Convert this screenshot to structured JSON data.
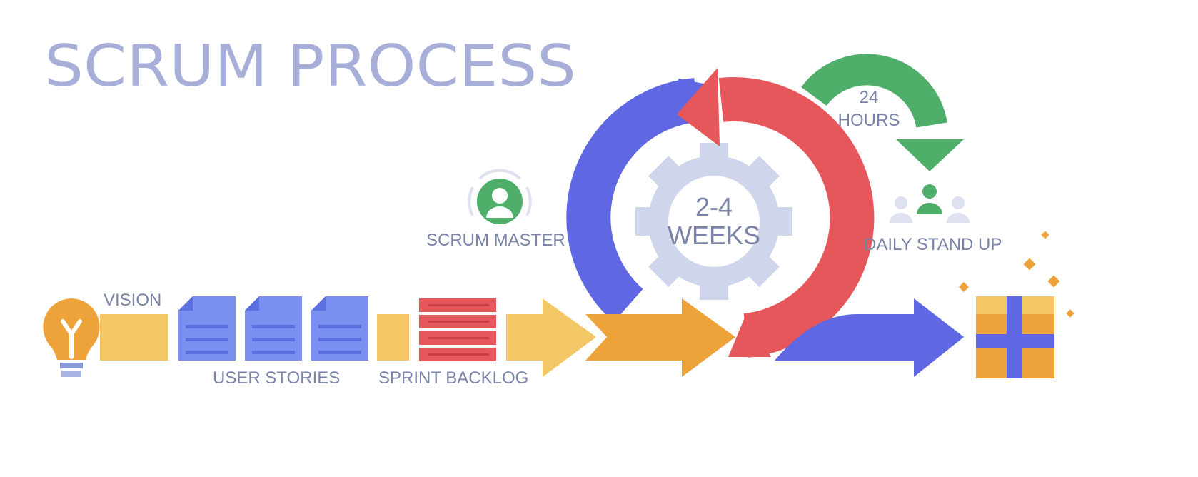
{
  "title": "SCRUM PROCESS",
  "labels": {
    "vision": "VISION",
    "user_stories": "USER STORIES",
    "sprint_backlog": "SPRINT BACKLOG",
    "scrum_master": "SCRUM MASTER",
    "sprint_length_top": "2-4",
    "sprint_length_bottom": "WEEKS",
    "daily_top": "24",
    "daily_bottom": "HOURS",
    "daily_stand_up": "DAILY STAND UP"
  },
  "colors": {
    "title": "#a7afd9",
    "text": "#7b84a8",
    "orange": "#eea23a",
    "yellow": "#f3c766",
    "blue": "#5f67e3",
    "doc_blue": "#7b8ff0",
    "red": "#e5575b",
    "green": "#4fae6a",
    "gear": "#cfd5ea"
  }
}
